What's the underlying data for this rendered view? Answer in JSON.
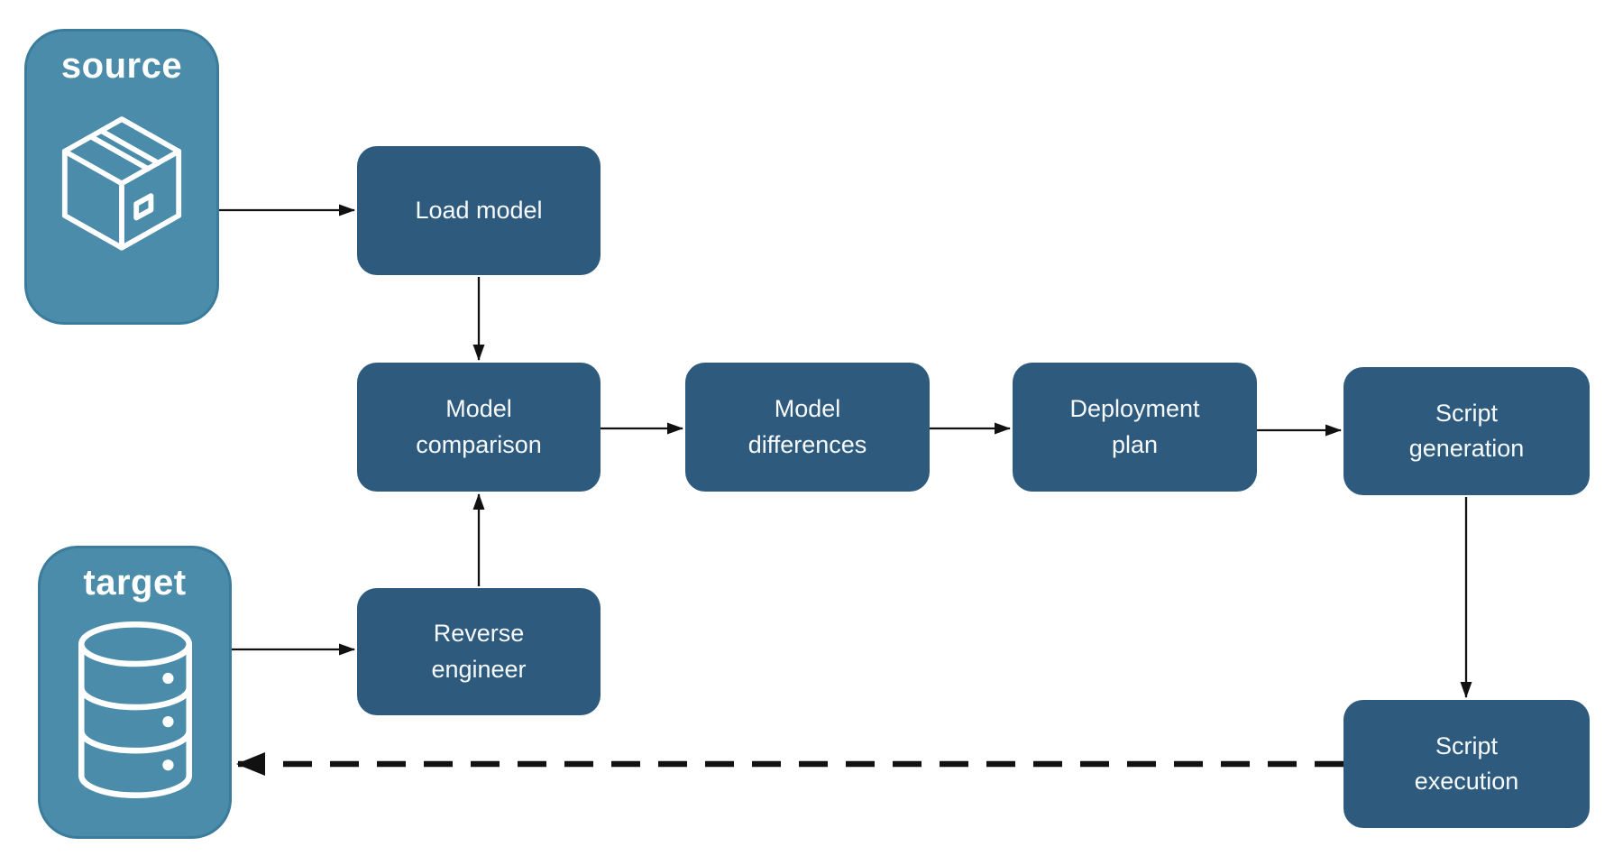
{
  "diagram": {
    "entities": {
      "source": {
        "label": "source",
        "icon": "package-icon"
      },
      "target": {
        "label": "target",
        "icon": "database-icon"
      }
    },
    "nodes": [
      {
        "id": "load-model",
        "label": "Load model"
      },
      {
        "id": "model-comparison",
        "label": "Model\ncomparison"
      },
      {
        "id": "model-differences",
        "label": "Model\ndifferences"
      },
      {
        "id": "deployment-plan",
        "label": "Deployment\nplan"
      },
      {
        "id": "script-generation",
        "label": "Script\ngeneration"
      },
      {
        "id": "reverse-engineer",
        "label": "Reverse\nengineer"
      },
      {
        "id": "script-execution",
        "label": "Script\nexecution"
      }
    ],
    "edges": [
      {
        "from": "source",
        "to": "load-model",
        "style": "solid"
      },
      {
        "from": "load-model",
        "to": "model-comparison",
        "style": "solid"
      },
      {
        "from": "reverse-engineer",
        "to": "model-comparison",
        "style": "solid"
      },
      {
        "from": "target",
        "to": "reverse-engineer",
        "style": "solid"
      },
      {
        "from": "model-comparison",
        "to": "model-differences",
        "style": "solid"
      },
      {
        "from": "model-differences",
        "to": "deployment-plan",
        "style": "solid"
      },
      {
        "from": "deployment-plan",
        "to": "script-generation",
        "style": "solid"
      },
      {
        "from": "script-generation",
        "to": "script-execution",
        "style": "solid"
      },
      {
        "from": "script-execution",
        "to": "target",
        "style": "dashed"
      }
    ],
    "colors": {
      "entity_fill": "#4a8caa",
      "entity_border": "#3b7c9c",
      "node_fill": "#2e5b7d",
      "text": "#ffffff",
      "arrow": "#111111",
      "background": "#ffffff"
    }
  }
}
